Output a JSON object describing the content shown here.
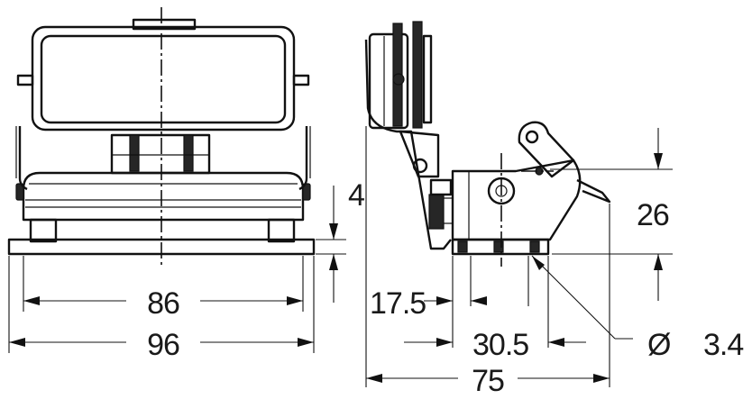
{
  "drawing": {
    "units": "mm",
    "dimensions": {
      "width_inner": "86",
      "width_outer": "96",
      "base_thickness": "4",
      "height": "26",
      "offset": "17.5",
      "hole_pitch": "30.5",
      "depth": "75",
      "hole_diameter_symbol": "Ø",
      "hole_diameter": "3.4"
    }
  }
}
